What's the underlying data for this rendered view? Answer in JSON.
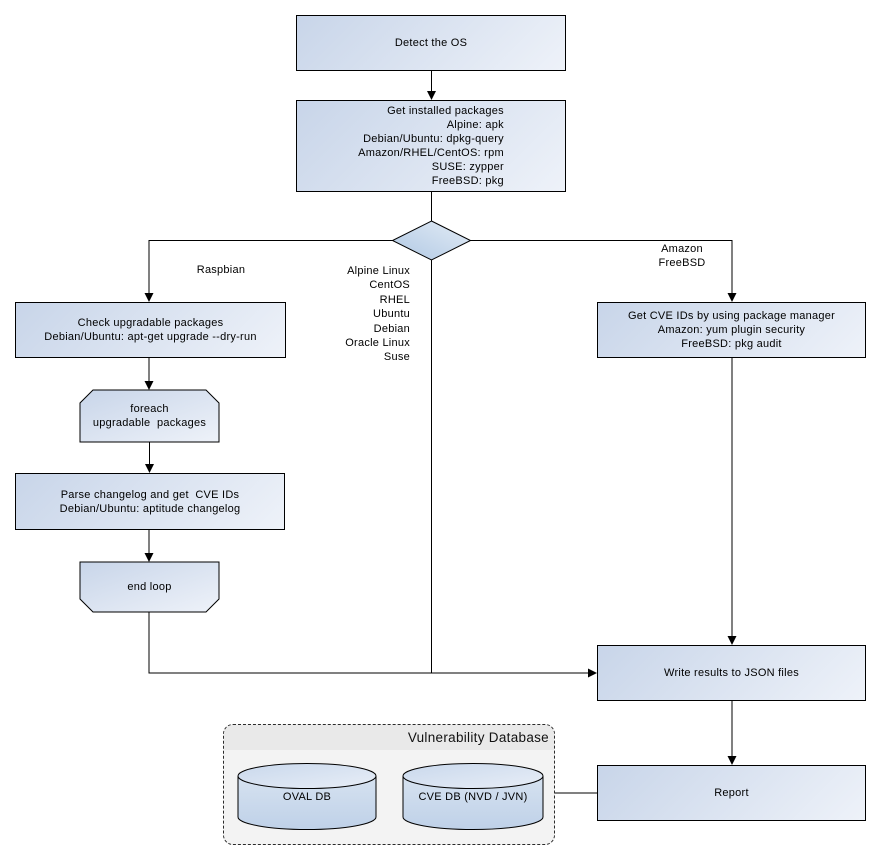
{
  "colors": {
    "node_gradient_start": "#c8d5e9",
    "node_gradient_end": "#eef2f9",
    "diamond_gradient_light": "#e3ecf6",
    "diamond_gradient_dark": "#b0c8e3",
    "cylinder_body_light": "#d6e2f0",
    "cylinder_body_dark": "#bfd1e8",
    "border": "#000000",
    "db_container_bg": "#f3f3f3",
    "db_header_bg": "#e9e9e9"
  },
  "nodes": {
    "detect_os": {
      "text": "Detect the OS"
    },
    "get_installed_packages": {
      "text": "Get installed packages\nAlpine: apk\nDebian/Ubuntu: dpkg-query\nAmazon/RHEL/CentOS: rpm\nSUSE: zypper\nFreeBSD: pkg"
    },
    "check_upgradable": {
      "text": "Check upgradable packages\nDebian/Ubuntu: apt-get upgrade --dry-run"
    },
    "foreach_loop": {
      "text": "foreach\nupgradable  packages"
    },
    "parse_changelog": {
      "text": "Parse changelog and get  CVE IDs\nDebian/Ubuntu: aptitude changelog"
    },
    "end_loop": {
      "text": "end loop"
    },
    "get_cve_ids": {
      "text": "Get CVE IDs by using package manager\nAmazon: yum plugin security\nFreeBSD: pkg audit"
    },
    "write_results": {
      "text": "Write results to JSON files"
    },
    "report": {
      "text": "Report"
    }
  },
  "edge_labels": {
    "raspbian": "Raspbian",
    "os_list": "Alpine Linux\nCentOS\nRHEL\nUbuntu\nDebian\nOracle Linux\nSuse",
    "amazon_freebsd": "Amazon\nFreeBSD"
  },
  "database": {
    "title": "Vulnerability Database",
    "cylinders": [
      {
        "label": "OVAL DB"
      },
      {
        "label": "CVE DB (NVD / JVN)"
      }
    ]
  }
}
